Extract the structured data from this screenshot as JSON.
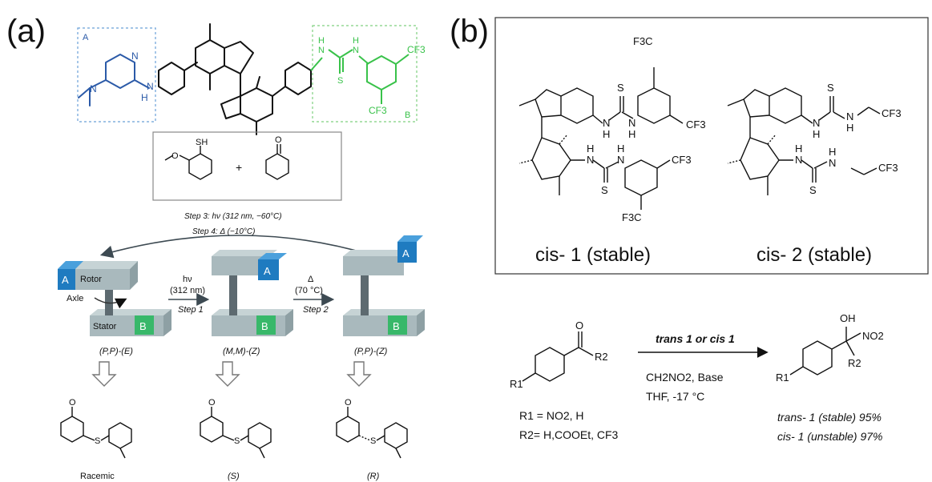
{
  "panel_a": {
    "label": "(a)",
    "box_a_label": "A",
    "box_b_label": "B",
    "motor_atoms": {
      "nh_left": "N",
      "h_left": "H",
      "n_dimethyl": "N",
      "thiourea_n1": "N",
      "thiourea_h1": "H",
      "thiourea_s": "S",
      "thiourea_n2": "N",
      "thiourea_h2": "H",
      "cf3_top": "CF3",
      "cf3_bottom": "CF3"
    },
    "reagents": {
      "sh": "SH",
      "o": "O",
      "plus": "+",
      "ketone_o": "O"
    },
    "step3": "Step 3: hν (312 nm, −60°C)",
    "step4": "Step 4: Δ (−10°C)",
    "rotor_label": "Rotor",
    "axle_label": "Axle",
    "stator_label": "Stator",
    "block_a": "A",
    "block_b": "B",
    "arrow1_top": "hν",
    "arrow1_mid": "(312 nm)",
    "arrow1_bottom": "Step 1",
    "arrow2_top": "Δ",
    "arrow2_mid": "(70 °C)",
    "arrow2_bottom": "Step 2",
    "state1": "(P,P)-(E)",
    "state2": "(M,M)-(Z)",
    "state3": "(P,P)-(Z)",
    "product1": "Racemic",
    "product2": "(S)",
    "product3": "(R)",
    "product_o": "O",
    "product_s": "S"
  },
  "panel_b": {
    "label": "(b)",
    "cf3": "F3C",
    "cf3b": "CF3",
    "s": "S",
    "n": "N",
    "h": "H",
    "cis1": "cis- 1 (stable)",
    "cis2": "cis- 2 (stable)",
    "reaction": {
      "reactant_o": "O",
      "r2": "R2",
      "r1": "R1",
      "r1_def": "R1 = NO2, H",
      "r2_def": "R2= H,COOEt, CF3",
      "arrow_top": "trans 1 or cis 1",
      "arrow_mid": "CH2NO2, Base",
      "arrow_bottom": "THF, -17 °C",
      "product_oh": "OH",
      "product_no2": "NO2",
      "product_r2": "R2",
      "product_r1": "R1",
      "yield1": "trans- 1 (stable) 95%",
      "yield2": "cis- 1 (unstable) 97%"
    }
  },
  "colors": {
    "blue": "#2b5aa8",
    "green": "#39c24a",
    "block_blue": "#1f7bc0",
    "block_green": "#38b86a",
    "motor_gray": "#a9b9bd"
  }
}
